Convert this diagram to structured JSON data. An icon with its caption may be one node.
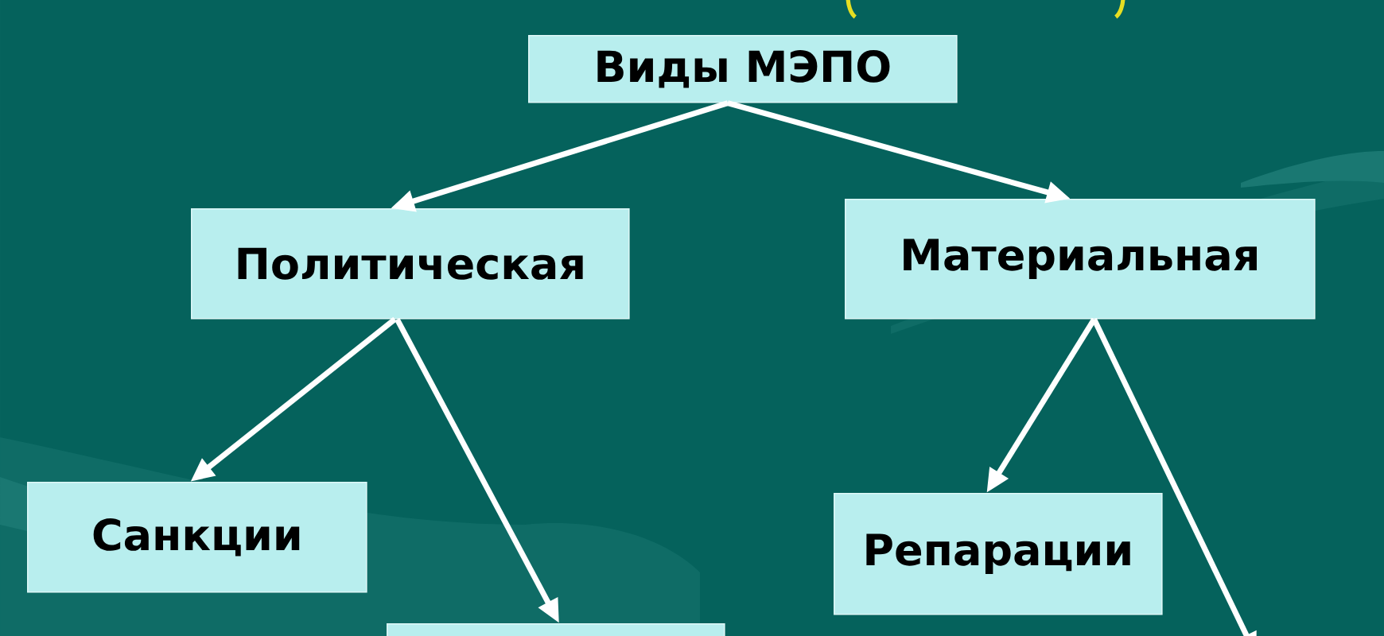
{
  "diagram": {
    "nodes": [
      {
        "text": [
          "Виды МЭПО"
        ]
      },
      {
        "text": [
          "Политическая"
        ]
      },
      {
        "text": [
          "Материальная"
        ]
      },
      {
        "text": [
          "Санкции"
        ]
      },
      {
        "text": [
          "Репарации"
        ]
      },
      {
        "text": [],
        "shape": "box"
      }
    ],
    "edges": [
      {
        "from": 0,
        "to": 1,
        "arrow": "to"
      },
      {
        "from": 0,
        "to": 2,
        "arrow": "to"
      },
      {
        "from": 1,
        "to": 3,
        "arrow": "to"
      },
      {
        "from": 1,
        "to": 5,
        "arrow": "to"
      },
      {
        "from": 2,
        "to": 4,
        "arrow": "to"
      },
      {
        "from": 2,
        "to": null,
        "arrow": "to"
      }
    ]
  }
}
